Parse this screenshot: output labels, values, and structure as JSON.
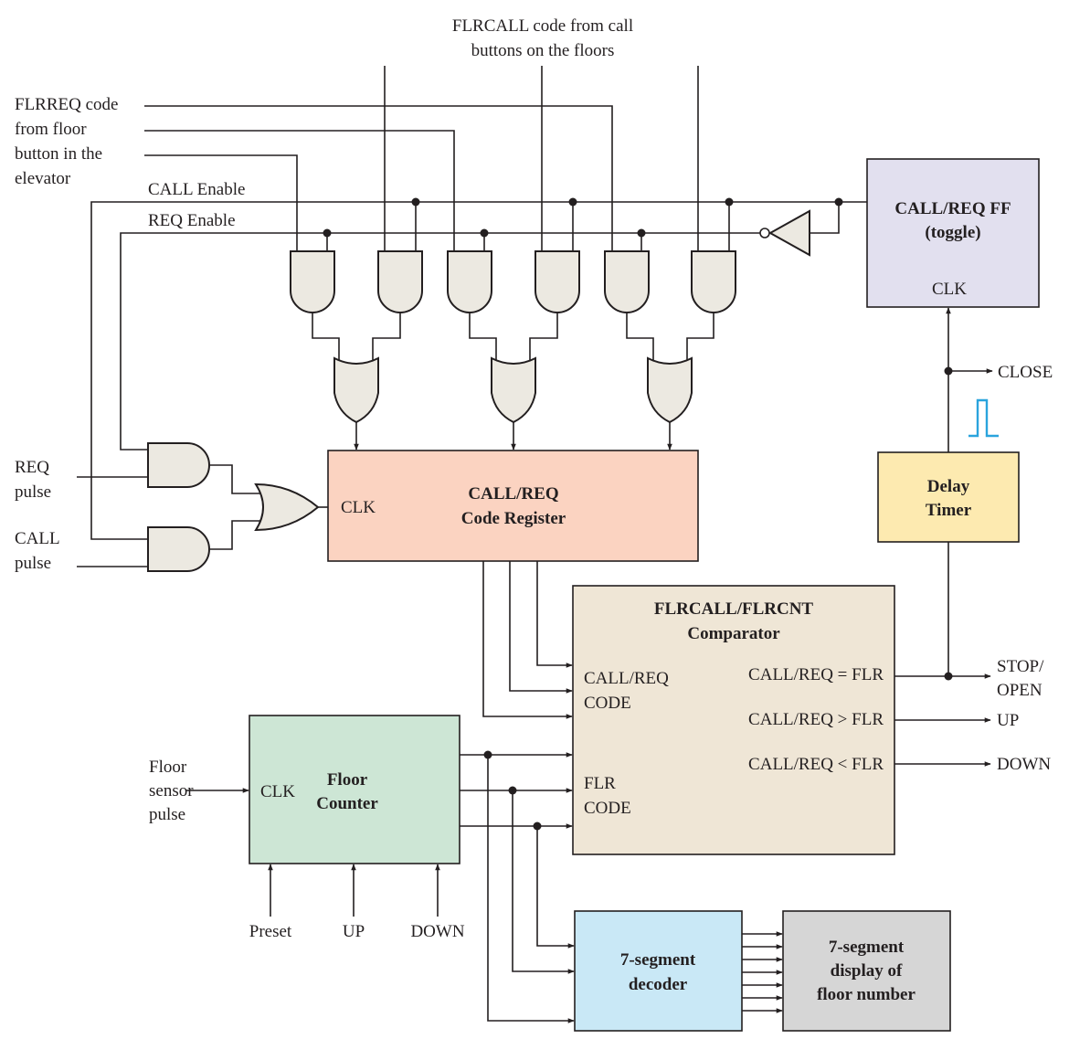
{
  "colors": {
    "callreq_ff": "#e2e0ef",
    "code_register": "#fbd3c1",
    "comparator": "#efe6d6",
    "floor_counter": "#cde6d5",
    "delay_timer": "#fdeab0",
    "decoder": "#c9e8f6",
    "display": "#d6d6d6",
    "gate_fill": "#ece9e1",
    "pulse": "#2aa4dd"
  },
  "labels": {
    "flrcall_line1": "FLRCALL code from call",
    "flrcall_line2": "buttons on the floors",
    "flrreq_line1": "FLRREQ code",
    "flrreq_line2": "from floor",
    "flrreq_line3": "button in the",
    "flrreq_line4": "elevator",
    "call_enable": "CALL Enable",
    "req_enable": "REQ Enable",
    "req_pulse_1": "REQ",
    "req_pulse_2": "pulse",
    "call_pulse_1": "CALL",
    "call_pulse_2": "pulse",
    "floor_sensor_1": "Floor",
    "floor_sensor_2": "sensor",
    "floor_sensor_3": "pulse",
    "preset": "Preset",
    "up_in": "UP",
    "down_in": "DOWN",
    "close": "CLOSE",
    "stop_open_1": "STOP/",
    "stop_open_2": "OPEN",
    "up_out": "UP",
    "down_out": "DOWN"
  },
  "blocks": {
    "ff_title_1": "CALL/REQ FF",
    "ff_title_2": "(toggle)",
    "ff_clk": "CLK",
    "reg_title_1": "CALL/REQ",
    "reg_title_2": "Code Register",
    "reg_clk": "CLK",
    "cmp_title_1": "FLRCALL/FLRCNT",
    "cmp_title_2": "Comparator",
    "cmp_in1_1": "CALL/REQ",
    "cmp_in1_2": "CODE",
    "cmp_in2_1": "FLR",
    "cmp_in2_2": "CODE",
    "cmp_eq": "CALL/REQ = FLR",
    "cmp_gt": "CALL/REQ > FLR",
    "cmp_lt": "CALL/REQ < FLR",
    "fc_title_1": "Floor",
    "fc_title_2": "Counter",
    "fc_clk": "CLK",
    "timer_1": "Delay",
    "timer_2": "Timer",
    "dec_1": "7-segment",
    "dec_2": "decoder",
    "disp_1": "7-segment",
    "disp_2": "display of",
    "disp_3": "floor number"
  }
}
